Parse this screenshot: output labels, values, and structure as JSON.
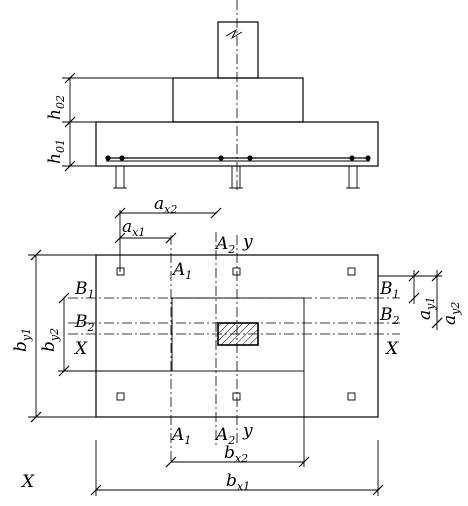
{
  "elevation": {
    "dims": [
      "h",
      "02",
      "h",
      "01"
    ]
  },
  "plan": {
    "top_dims": {
      "ax2": [
        "a",
        "x2"
      ],
      "ax1": [
        "a",
        "x1"
      ]
    },
    "section_top": {
      "A1": [
        "A",
        "1"
      ],
      "A2": [
        "A",
        "2"
      ],
      "y": "y"
    },
    "section_bottom": {
      "A1": [
        "A",
        "1"
      ],
      "A2": [
        "A",
        "2"
      ],
      "y": "y"
    },
    "left": {
      "B1": [
        "B",
        "1"
      ],
      "B2": [
        "B",
        "2"
      ],
      "X": "X",
      "by1": [
        "b",
        "y1"
      ],
      "by2": [
        "b",
        "y2"
      ]
    },
    "right": {
      "B1": [
        "B",
        "1"
      ],
      "B2": [
        "B",
        "2"
      ],
      "X": "X",
      "ay1": [
        "a",
        "y1"
      ],
      "ay2": [
        "a",
        "y2"
      ]
    },
    "bottom_dims": {
      "bx2": [
        "b",
        "x2"
      ],
      "bx1": [
        "b",
        "x1"
      ]
    },
    "corner_x": "X"
  }
}
